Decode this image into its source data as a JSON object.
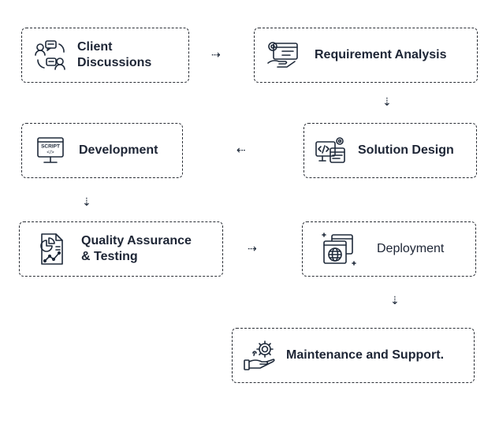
{
  "steps": [
    {
      "label": "Client\nDiscussions",
      "icon": "discussion-icon"
    },
    {
      "label": "Requirement Analysis",
      "icon": "analysis-icon"
    },
    {
      "label": "Solution Design",
      "icon": "design-icon"
    },
    {
      "label": "Development",
      "icon": "script-monitor-icon"
    },
    {
      "label": "Quality Assurance\n& Testing",
      "icon": "report-chart-icon"
    },
    {
      "label": "Deployment",
      "icon": "browser-globe-icon"
    },
    {
      "label": "Maintenance and Support.",
      "icon": "gear-hand-icon"
    }
  ],
  "arrows": {
    "right": "⇢",
    "down": "⇣",
    "left": "⇠"
  },
  "script_icon_text": {
    "top": "SCRIPT",
    "bottom": "</>"
  }
}
